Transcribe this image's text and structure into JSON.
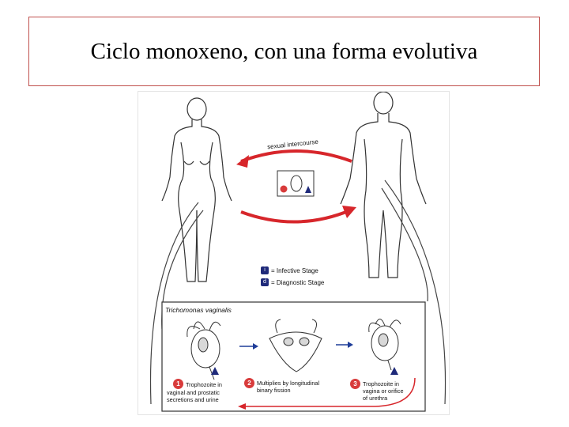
{
  "slide_title": "Ciclo monoxeno, con una forma evolutiva",
  "diagram": {
    "arrow_label": "sexual intercourse",
    "legend": {
      "infective": "= Infective Stage",
      "diagnostic": "= Diagnostic Stage",
      "infective_symbol": "i",
      "diagnostic_symbol": "d"
    },
    "organism": "Trichomonas vaginalis",
    "steps": [
      {
        "number": "1",
        "line1": "Trophozoite in",
        "line2": "vaginal and prostatic",
        "line3": "secretions and urine"
      },
      {
        "number": "2",
        "line1": "Multiplies by longitudinal",
        "line2": "binary fission",
        "line3": ""
      },
      {
        "number": "3",
        "line1": "Trophozoite in",
        "line2": "vagina or orifice",
        "line3": "of urethra"
      }
    ],
    "colors": {
      "cycle_arrow": "#d7262b",
      "badge": "#1f2a7a",
      "step_circle": "#d83b3b"
    }
  }
}
